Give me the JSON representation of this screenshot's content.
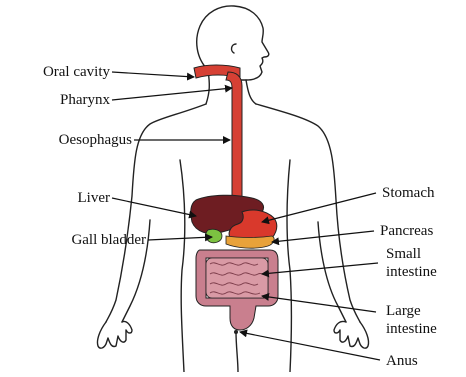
{
  "diagram": {
    "labels": {
      "oral_cavity": "Oral cavity",
      "pharynx": "Pharynx",
      "oesophagus": "Oesophagus",
      "liver": "Liver",
      "gall_bladder": "Gall bladder",
      "stomach": "Stomach",
      "pancreas": "Pancreas",
      "small_intestine_line1": "Small",
      "small_intestine_line2": "intestine",
      "large_intestine_line1": "Large",
      "large_intestine_line2": "intestine",
      "anus": "Anus"
    },
    "colors": {
      "outline": "#222222",
      "oesophagus": "#d64034",
      "liver": "#6e1d22",
      "gall_bladder": "#7cc241",
      "stomach": "#d9392c",
      "pancreas": "#e8a23a",
      "small_intestine": "#d99aa5",
      "large_intestine": "#c97f8e",
      "arrow": "#111111"
    }
  }
}
